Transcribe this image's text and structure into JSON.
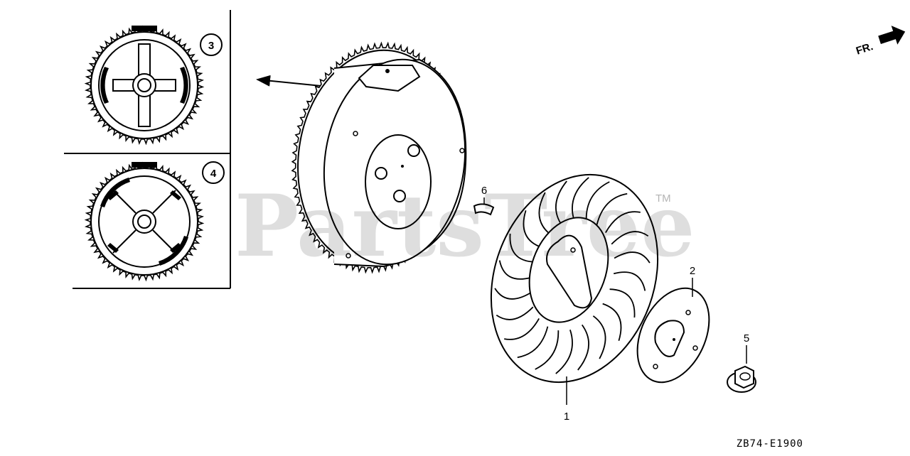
{
  "watermark": {
    "text": "PartsTree",
    "tm": "TM"
  },
  "direction": {
    "label": "FR."
  },
  "diagram_code": "ZB74-E1900",
  "callouts": {
    "c1": "1",
    "c2": "2",
    "c3": "3",
    "c4": "4",
    "c5": "5",
    "c6": "6"
  },
  "parts": [
    {
      "ref": "1",
      "name": "cooling-fan"
    },
    {
      "ref": "2",
      "name": "pulley-plate"
    },
    {
      "ref": "3",
      "name": "flywheel-variant-a"
    },
    {
      "ref": "4",
      "name": "flywheel-variant-b"
    },
    {
      "ref": "5",
      "name": "flange-nut"
    },
    {
      "ref": "6",
      "name": "woodruff-key"
    }
  ]
}
